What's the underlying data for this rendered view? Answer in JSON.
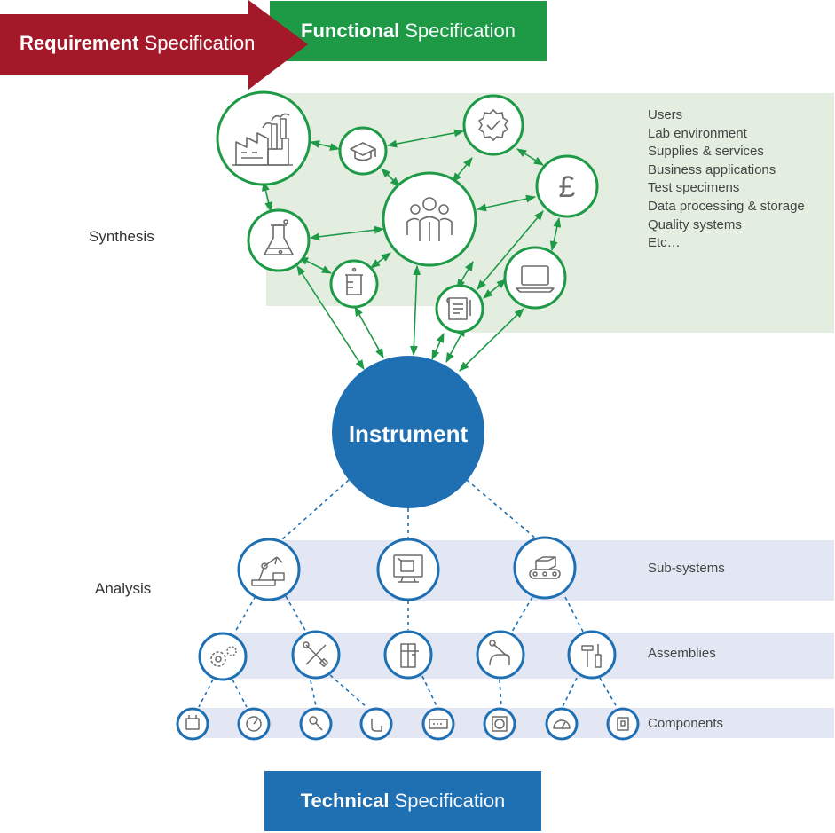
{
  "functional": {
    "bold": "Functional",
    "light": "Specification"
  },
  "technical": {
    "bold": "Technical",
    "light": "Specification"
  },
  "requirement": {
    "bold": "Requirement",
    "light": "Specification"
  },
  "center": {
    "label": "Instrument"
  },
  "labels": {
    "synthesis": "Synthesis",
    "analysis": "Analysis"
  },
  "functional_items": [
    "Users",
    "Lab environment",
    "Supplies & services",
    "Business applications",
    "Test specimens",
    "Data processing & storage",
    "Quality systems",
    "Etc…"
  ],
  "levels": {
    "subsystems": "Sub-systems",
    "assemblies": "Assemblies",
    "components": "Components"
  },
  "colors": {
    "green": "#1e9a47",
    "green_band": "#e3ede0",
    "blue": "#1f6fb3",
    "blue_band": "#e3e7f3",
    "red": "#a3192a",
    "icon_gray": "#6b6b6b"
  },
  "icons": {
    "functional": [
      "factory-icon",
      "graduation-cap-icon",
      "quality-badge-icon",
      "pound-icon",
      "users-icon",
      "flask-icon",
      "beaker-icon",
      "document-icon",
      "laptop-icon"
    ],
    "subsystems": [
      "robot-arm-icon",
      "monitor-icon",
      "conveyor-icon"
    ],
    "assemblies": [
      "gears-icon",
      "tools-icon",
      "caliper-icon",
      "hand-wrench-icon",
      "hammer-screwdriver-icon"
    ],
    "components": [
      "chip-icon",
      "gauge-icon",
      "screw-icon",
      "pipe-icon",
      "display-icon",
      "fan-icon",
      "speedometer-icon",
      "switch-icon"
    ]
  }
}
